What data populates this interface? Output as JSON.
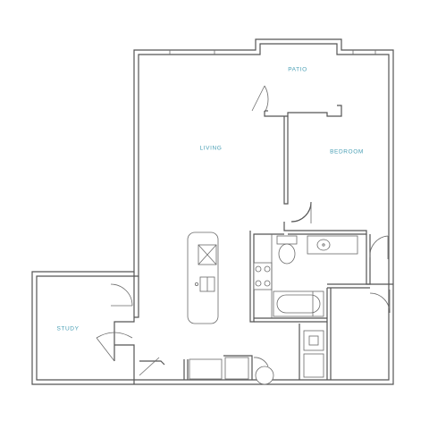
{
  "rooms": {
    "patio": "PATIO",
    "living": "LIVING",
    "bedroom": "BEDROOM",
    "study": "STUDY"
  },
  "colors": {
    "label": "#4a9fb5",
    "wall": "#555555",
    "background": "#ffffff"
  }
}
